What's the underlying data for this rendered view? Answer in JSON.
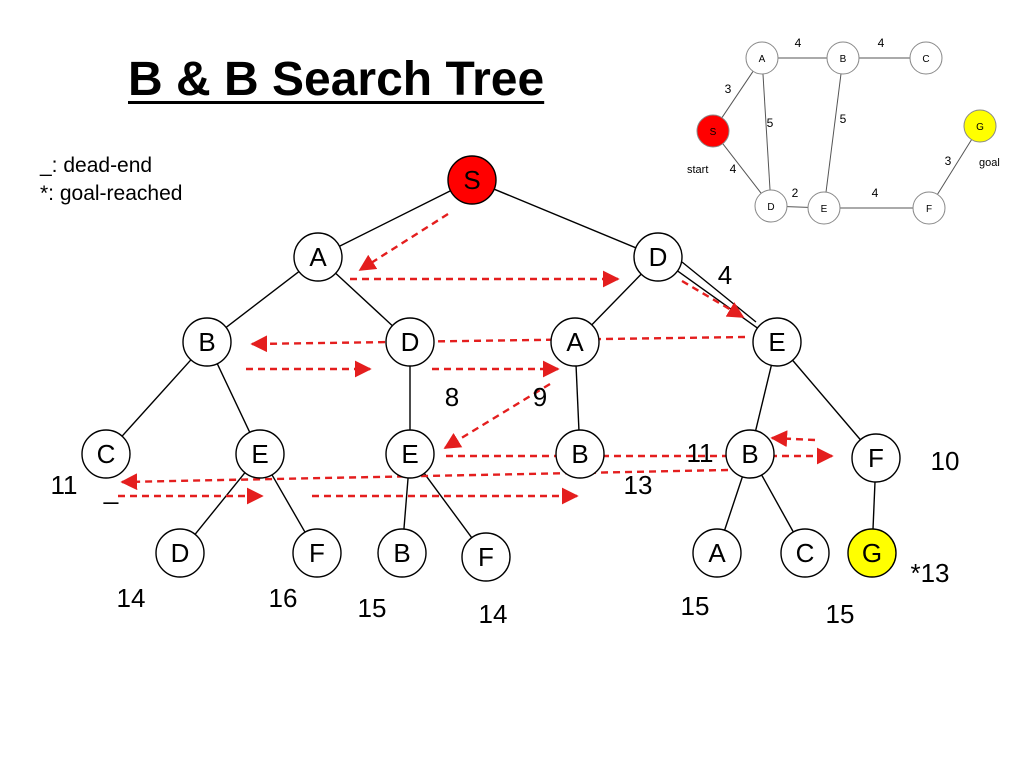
{
  "title": "B & B Search Tree",
  "legend": {
    "dead_end": "_:  dead-end",
    "goal_reached": "*:  goal-reached"
  },
  "colors": {
    "start": "#ff0000",
    "goal": "#ffff00",
    "arrow": "#e41e1e",
    "node": "#ffffff",
    "stroke": "#000000"
  },
  "search_tree": {
    "nodes": [
      {
        "id": "S0",
        "label": "S",
        "fill": "start"
      },
      {
        "id": "A1",
        "label": "A"
      },
      {
        "id": "D1",
        "label": "D"
      },
      {
        "id": "B2",
        "label": "B"
      },
      {
        "id": "D2",
        "label": "D"
      },
      {
        "id": "A2",
        "label": "A"
      },
      {
        "id": "E2",
        "label": "E"
      },
      {
        "id": "C3",
        "label": "C"
      },
      {
        "id": "E3a",
        "label": "E"
      },
      {
        "id": "E3b",
        "label": "E"
      },
      {
        "id": "B3a",
        "label": "B"
      },
      {
        "id": "B3b",
        "label": "B"
      },
      {
        "id": "F3",
        "label": "F"
      },
      {
        "id": "D4",
        "label": "D"
      },
      {
        "id": "F4a",
        "label": "F"
      },
      {
        "id": "B4",
        "label": "B"
      },
      {
        "id": "F4b",
        "label": "F"
      },
      {
        "id": "A4",
        "label": "A"
      },
      {
        "id": "C4",
        "label": "C"
      },
      {
        "id": "G4",
        "label": "G",
        "fill": "goal"
      }
    ],
    "edges": [
      [
        "S0",
        "A1"
      ],
      [
        "S0",
        "D1"
      ],
      [
        "A1",
        "B2"
      ],
      [
        "A1",
        "D2"
      ],
      [
        "D1",
        "A2"
      ],
      [
        "D1",
        "E2"
      ],
      [
        "B2",
        "C3"
      ],
      [
        "B2",
        "E3a"
      ],
      [
        "D2",
        "E3b"
      ],
      [
        "A2",
        "B3a"
      ],
      [
        "E2",
        "B3b"
      ],
      [
        "E2",
        "F3"
      ],
      [
        "E3a",
        "D4"
      ],
      [
        "E3a",
        "F4a"
      ],
      [
        "E3b",
        "B4"
      ],
      [
        "E3b",
        "F4b"
      ],
      [
        "B3b",
        "A4"
      ],
      [
        "B3b",
        "C4"
      ],
      [
        "F3",
        "G4"
      ]
    ],
    "costs": [
      {
        "label": "4"
      },
      {
        "label": "8"
      },
      {
        "label": "9"
      },
      {
        "label": "11"
      },
      {
        "label": "13"
      },
      {
        "label": "11"
      },
      {
        "label": "10"
      },
      {
        "label": "14"
      },
      {
        "label": "16"
      },
      {
        "label": "15"
      },
      {
        "label": "14"
      },
      {
        "label": "15"
      },
      {
        "label": "15"
      },
      {
        "label": "*13"
      },
      {
        "label": "_"
      }
    ]
  },
  "graph": {
    "nodes": [
      {
        "id": "S",
        "label": "S",
        "fill": "start"
      },
      {
        "id": "A",
        "label": "A"
      },
      {
        "id": "B",
        "label": "B"
      },
      {
        "id": "C",
        "label": "C"
      },
      {
        "id": "D",
        "label": "D"
      },
      {
        "id": "E",
        "label": "E"
      },
      {
        "id": "F",
        "label": "F"
      },
      {
        "id": "G",
        "label": "G",
        "fill": "goal"
      }
    ],
    "edges": [
      {
        "from": "S",
        "to": "A",
        "weight": "3"
      },
      {
        "from": "A",
        "to": "B",
        "weight": "4"
      },
      {
        "from": "B",
        "to": "C",
        "weight": "4"
      },
      {
        "from": "A",
        "to": "D",
        "weight": "5"
      },
      {
        "from": "B",
        "to": "E",
        "weight": "5"
      },
      {
        "from": "S",
        "to": "D",
        "weight": "4"
      },
      {
        "from": "D",
        "to": "E",
        "weight": "2"
      },
      {
        "from": "E",
        "to": "F",
        "weight": "4"
      },
      {
        "from": "F",
        "to": "G",
        "weight": "3"
      }
    ],
    "start_label": "start",
    "goal_label": "goal"
  }
}
